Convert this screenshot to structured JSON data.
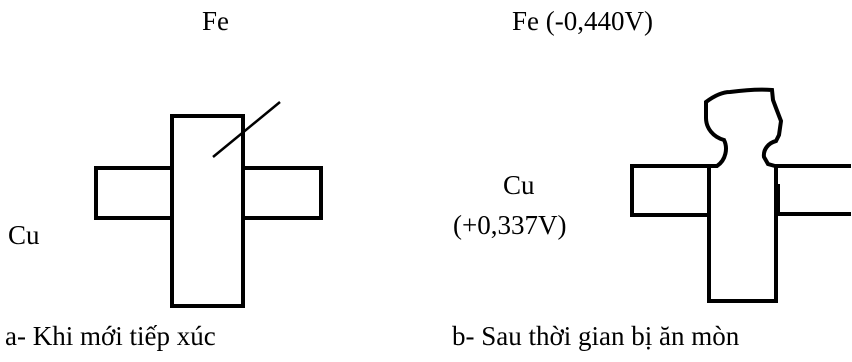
{
  "panel_a": {
    "top_label": "Fe",
    "side_label": "Cu",
    "caption": "a- Khi mới tiếp xúc"
  },
  "panel_b": {
    "top_label": "Fe (-0,440V)",
    "side_label_line1": "Cu",
    "side_label_line2": "(+0,337V)",
    "caption": "b- Sau thời gian bị ăn mòn"
  }
}
